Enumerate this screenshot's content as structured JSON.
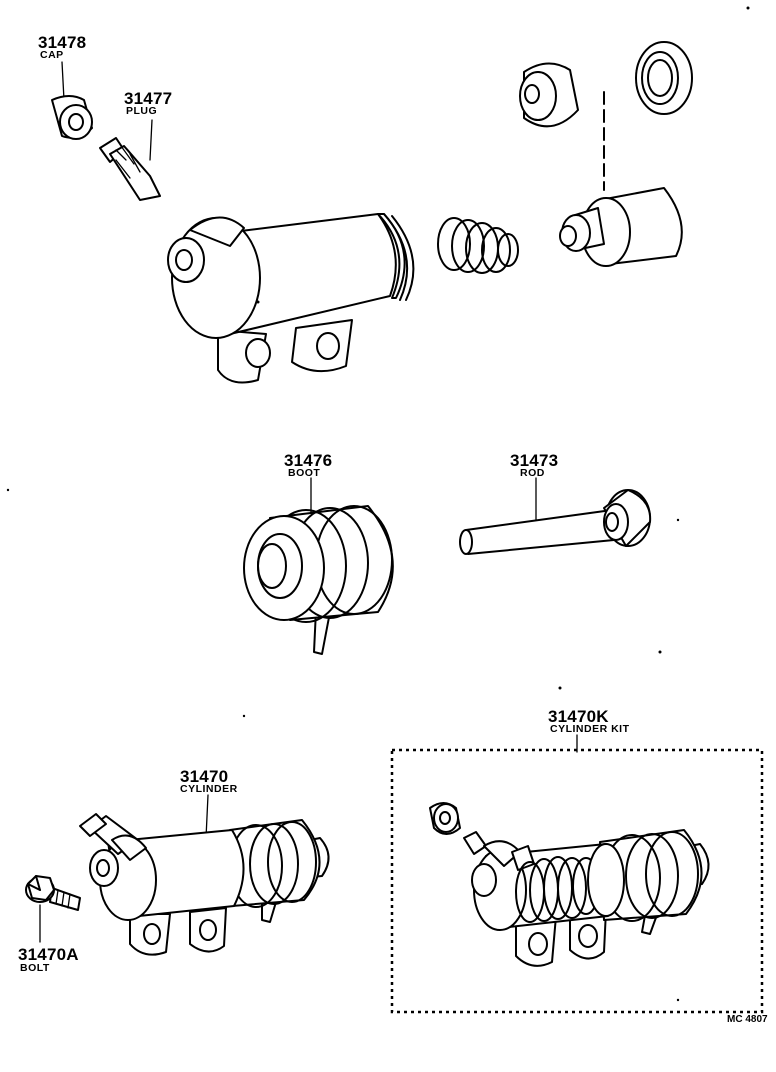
{
  "parts": {
    "cap": {
      "number": "31478",
      "name": "CAP"
    },
    "plug": {
      "number": "31477",
      "name": "PLUG"
    },
    "boot": {
      "number": "31476",
      "name": "BOOT"
    },
    "rod": {
      "number": "31473",
      "name": "ROD"
    },
    "cylinder": {
      "number": "31470",
      "name": "CYLINDER"
    },
    "bolt": {
      "number": "31470A",
      "name": "BOLT"
    },
    "cylinder_kit": {
      "number": "31470K",
      "name": "CYLINDER KIT"
    }
  },
  "drawing_code": "MC 4807"
}
